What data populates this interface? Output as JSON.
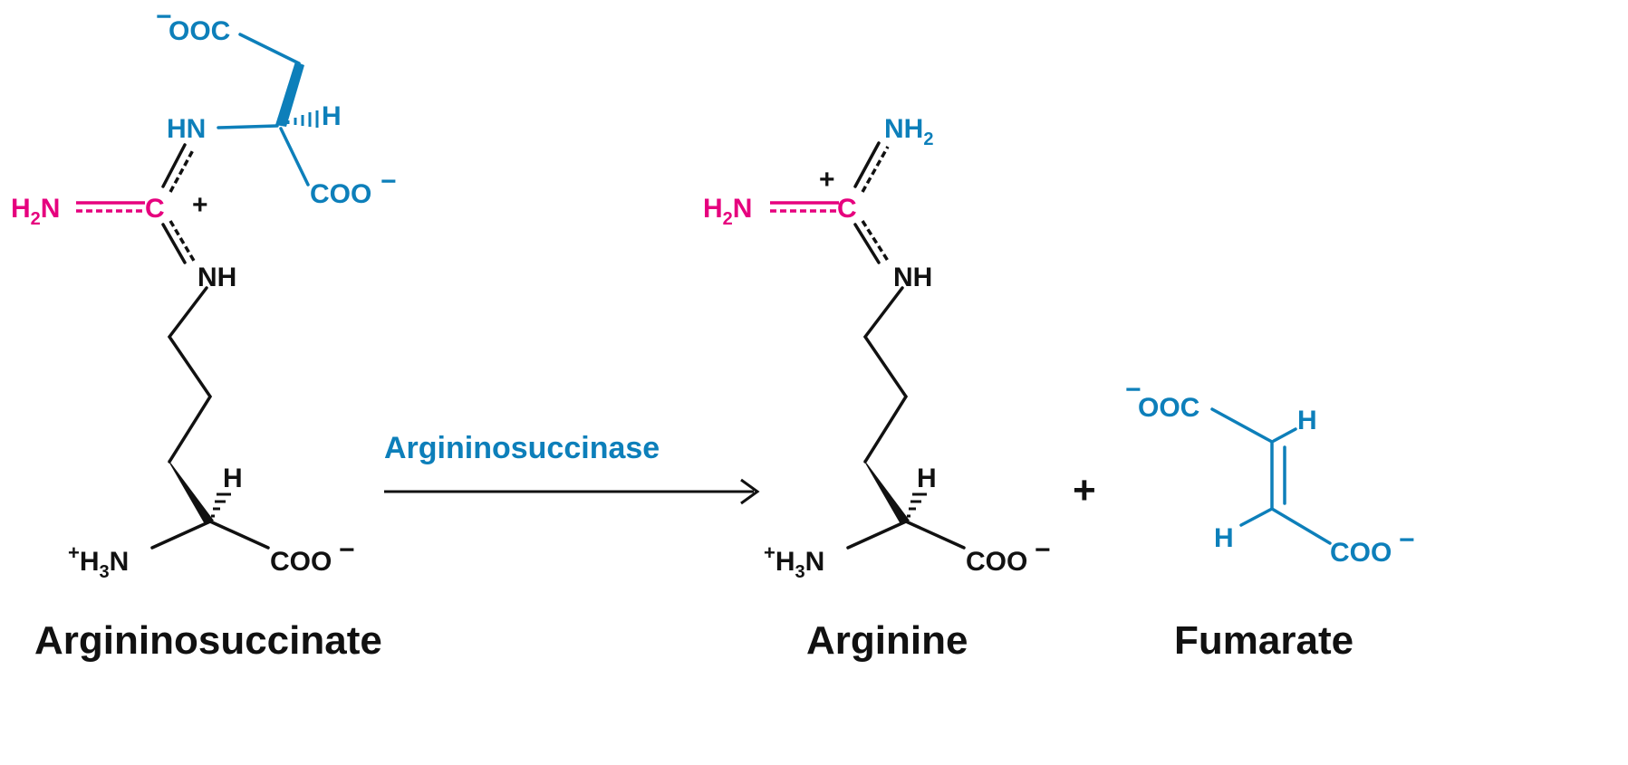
{
  "reactant": {
    "name": "Argininosuccinate",
    "labels": {
      "ooc_top": "OOC",
      "minus": "−",
      "hn": "HN",
      "h_top": "H",
      "coo_side": "COO",
      "h2n": "H",
      "h2n_sub": "2",
      "h2n_n": "N",
      "c": "C",
      "plus": "+",
      "nh": "NH",
      "h_alpha": "H",
      "h3n_plus": "+",
      "h3n_h": "H",
      "h3n_sub": "3",
      "h3n_n": "N",
      "coo_bottom": "COO"
    }
  },
  "enzyme": "Argininosuccinase",
  "product1": {
    "name": "Arginine",
    "labels": {
      "nh2_n": "NH",
      "nh2_sub": "2",
      "plus": "+",
      "h2n": "H",
      "h2n_sub": "2",
      "h2n_n": "N",
      "c": "C",
      "nh": "NH",
      "h_alpha": "H",
      "h3n_plus": "+",
      "h3n_h": "H",
      "h3n_sub": "3",
      "h3n_n": "N",
      "coo_bottom": "COO",
      "minus": "−"
    }
  },
  "plus_sign": "+",
  "product2": {
    "name": "Fumarate",
    "labels": {
      "ooc": "OOC",
      "minus": "−",
      "h_top": "H",
      "h_bottom": "H",
      "coo": "COO"
    }
  },
  "colors": {
    "guanidino": "#e6007e",
    "fumarate_part": "#0d7fba",
    "backbone": "#111111"
  }
}
